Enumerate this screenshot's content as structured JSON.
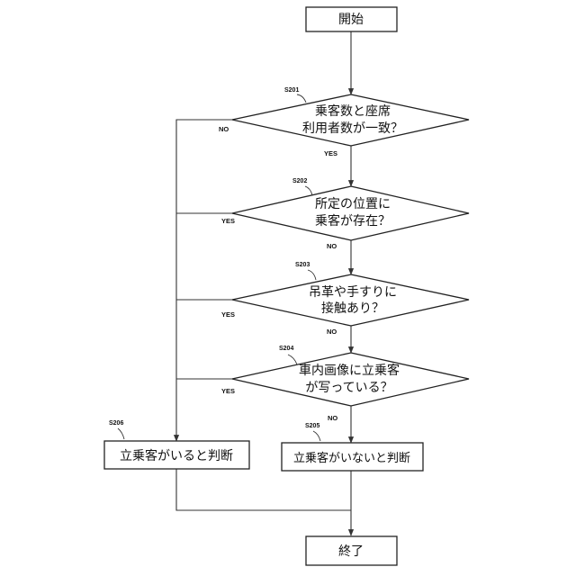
{
  "start": {
    "label": "開始"
  },
  "end": {
    "label": "終了"
  },
  "decisions": [
    {
      "step": "S201",
      "line1": "乗客数と座席",
      "line2": "利用者数が一致？",
      "branch_left": "NO",
      "branch_down": "YES"
    },
    {
      "step": "S202",
      "line1": "所定の位置に",
      "line2": "乗客が存在？",
      "branch_left": "YES",
      "branch_down": "NO"
    },
    {
      "step": "S203",
      "line1": "吊革や手すりに",
      "line2": "接触あり？",
      "branch_left": "YES",
      "branch_down": "NO"
    },
    {
      "step": "S204",
      "line1": "車内画像に立乗客",
      "line2": "が写っている？",
      "branch_left": "YES",
      "branch_down": "NO"
    }
  ],
  "results": {
    "standing": {
      "step": "S206",
      "label": "立乗客がいると判断"
    },
    "no_standing": {
      "step": "S205",
      "label": "立乗客がいないと判断"
    }
  }
}
